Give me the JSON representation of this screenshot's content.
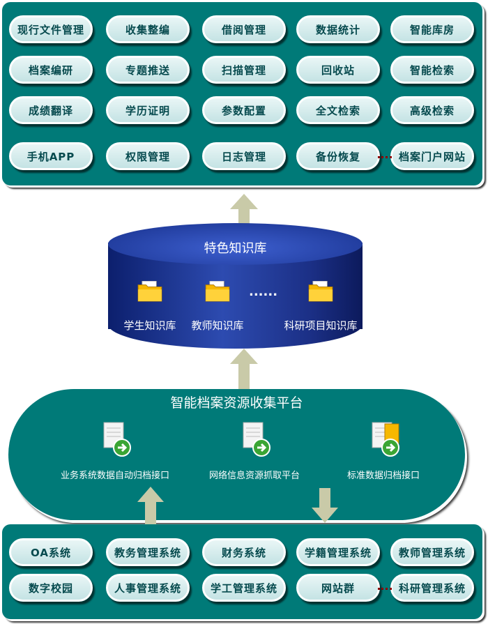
{
  "functions": {
    "rows": [
      [
        "现行文件管理",
        "收集整编",
        "借阅管理",
        "数据统计",
        "智能库房"
      ],
      [
        "档案编研",
        "专题推送",
        "扫描管理",
        "回收站",
        "智能检索"
      ],
      [
        "成绩翻译",
        "学历证明",
        "参数配置",
        "全文检索",
        "高级检索"
      ],
      [
        "手机APP",
        "权限管理",
        "日志管理",
        "备份恢复",
        "档案门户网站"
      ]
    ]
  },
  "knowledge_base": {
    "title": "特色知识库",
    "items": [
      "学生知识库",
      "教师知识库",
      "科研项目知识库"
    ],
    "ellipsis": "......"
  },
  "platform": {
    "title": "智能档案资源收集平台",
    "items": [
      "业务系统数据自动归档接口",
      "网络信息资源抓取平台",
      "标准数据归档接口"
    ]
  },
  "sources": {
    "rows": [
      [
        "OA系统",
        "教务管理系统",
        "财务系统",
        "学籍管理系统",
        "教师管理系统"
      ],
      [
        "数字校园",
        "人事管理系统",
        "学工管理系统",
        "网站群",
        "科研管理系统"
      ]
    ]
  },
  "colors": {
    "panel": "#007a78",
    "cylinder": "#1f3a9a",
    "arrow": "#c9caa8"
  }
}
